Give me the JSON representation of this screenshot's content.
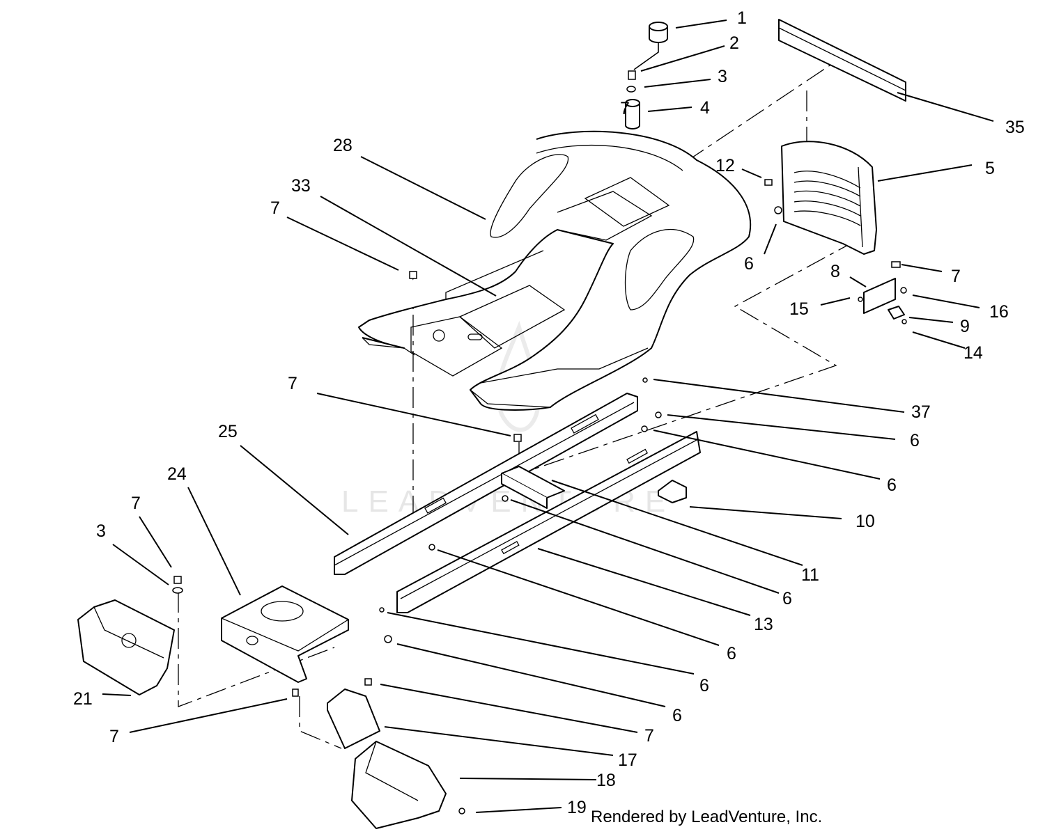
{
  "watermark": "LEADVENTURE",
  "footer": "Rendered by LeadVenture, Inc.",
  "callouts": {
    "c1": "1",
    "c2": "2",
    "c3a": "3",
    "c4": "4",
    "c7a": "7",
    "c35": "35",
    "c28": "28",
    "c33": "33",
    "c7b": "7",
    "c12": "12",
    "c5": "5",
    "c6a": "6",
    "c7c": "7",
    "c8": "8",
    "c15": "15",
    "c16": "16",
    "c9": "9",
    "c14": "14",
    "c7d": "7",
    "c37": "37",
    "c25": "25",
    "c6b": "6",
    "c6c": "6",
    "c24": "24",
    "c10": "10",
    "c7e": "7",
    "c3b": "3",
    "c11": "11",
    "c6d": "6",
    "c13": "13",
    "c6e": "6",
    "c6f": "6",
    "c21": "21",
    "c6g": "6",
    "c7f": "7",
    "c7g": "7",
    "c17": "17",
    "c18": "18",
    "c19": "19"
  }
}
